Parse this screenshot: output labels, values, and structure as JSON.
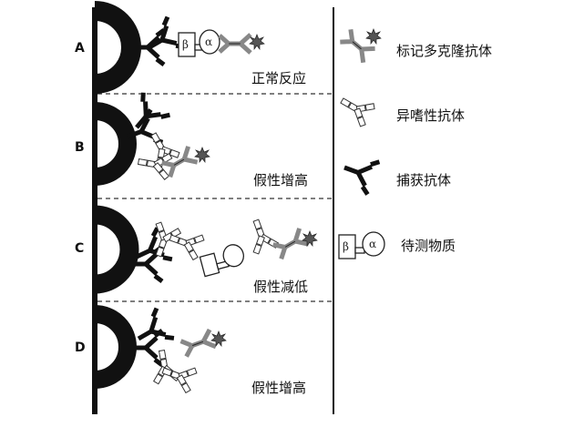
{
  "rows": [
    {
      "letter": "A",
      "caption": "正常反应"
    },
    {
      "letter": "B",
      "caption": "假性增高"
    },
    {
      "letter": "C",
      "caption": "假性减低"
    },
    {
      "letter": "D",
      "caption": "假性增高"
    }
  ],
  "legend": [
    {
      "label": "标记多克隆抗体",
      "icon": "labeled-polyclonal-antibody-icon"
    },
    {
      "label": "异嗜性抗体",
      "icon": "heterophilic-antibody-icon"
    },
    {
      "label": "捕获抗体",
      "icon": "capture-antibody-icon"
    },
    {
      "label": "待测物质",
      "icon": "analyte-icon"
    }
  ],
  "greek": {
    "beta": "β",
    "alpha": "α"
  }
}
